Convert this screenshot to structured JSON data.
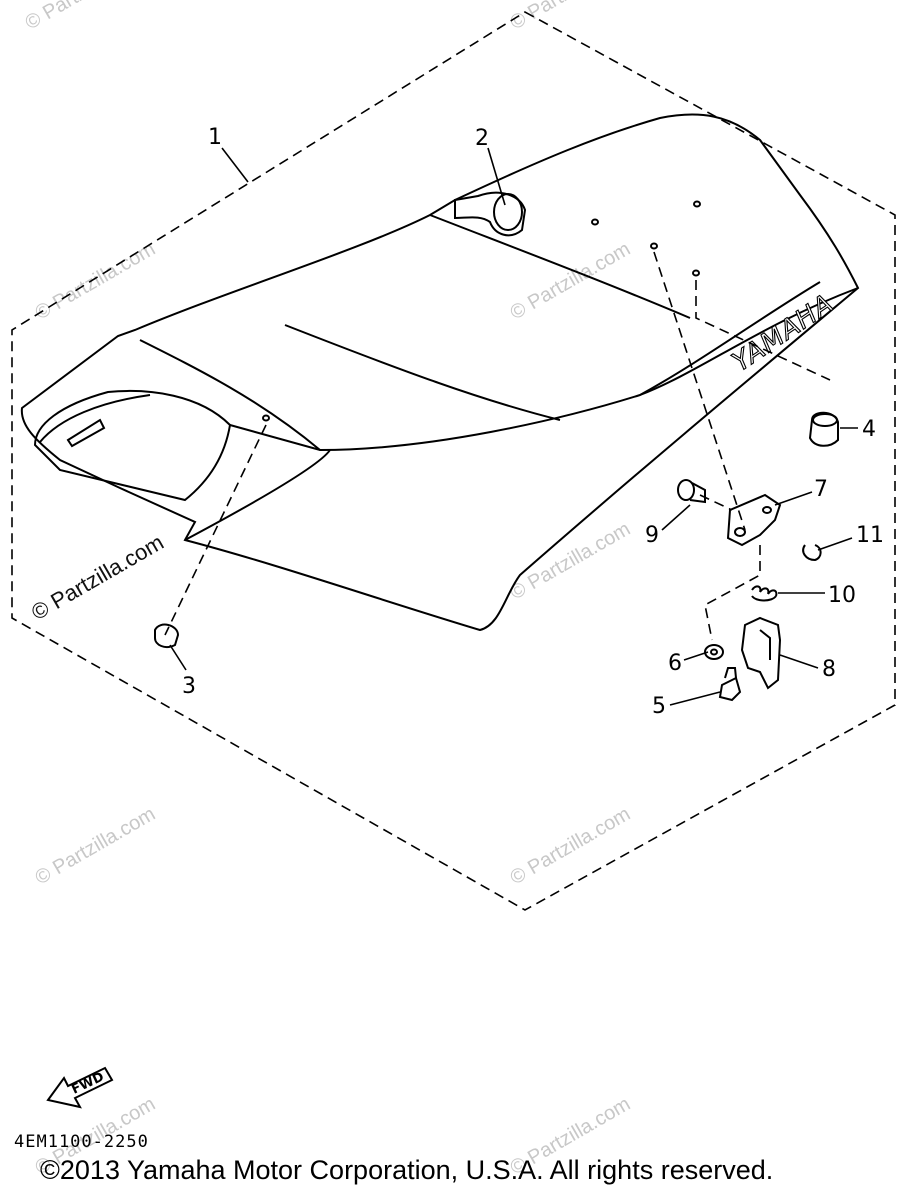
{
  "diagram": {
    "brand_text": "YAMAHA",
    "fwd_label": "FWD",
    "part_code": "4EM1100-2250",
    "copyright": "©2013 Yamaha Motor Corporation, U.S.A. All rights reserved.",
    "watermark": "© Partzilla.com",
    "callouts": {
      "c1": "1",
      "c2": "2",
      "c3": "3",
      "c4": "4",
      "c5": "5",
      "c6": "6",
      "c7": "7",
      "c8": "8",
      "c9": "9",
      "c10": "10",
      "c11": "11"
    }
  }
}
